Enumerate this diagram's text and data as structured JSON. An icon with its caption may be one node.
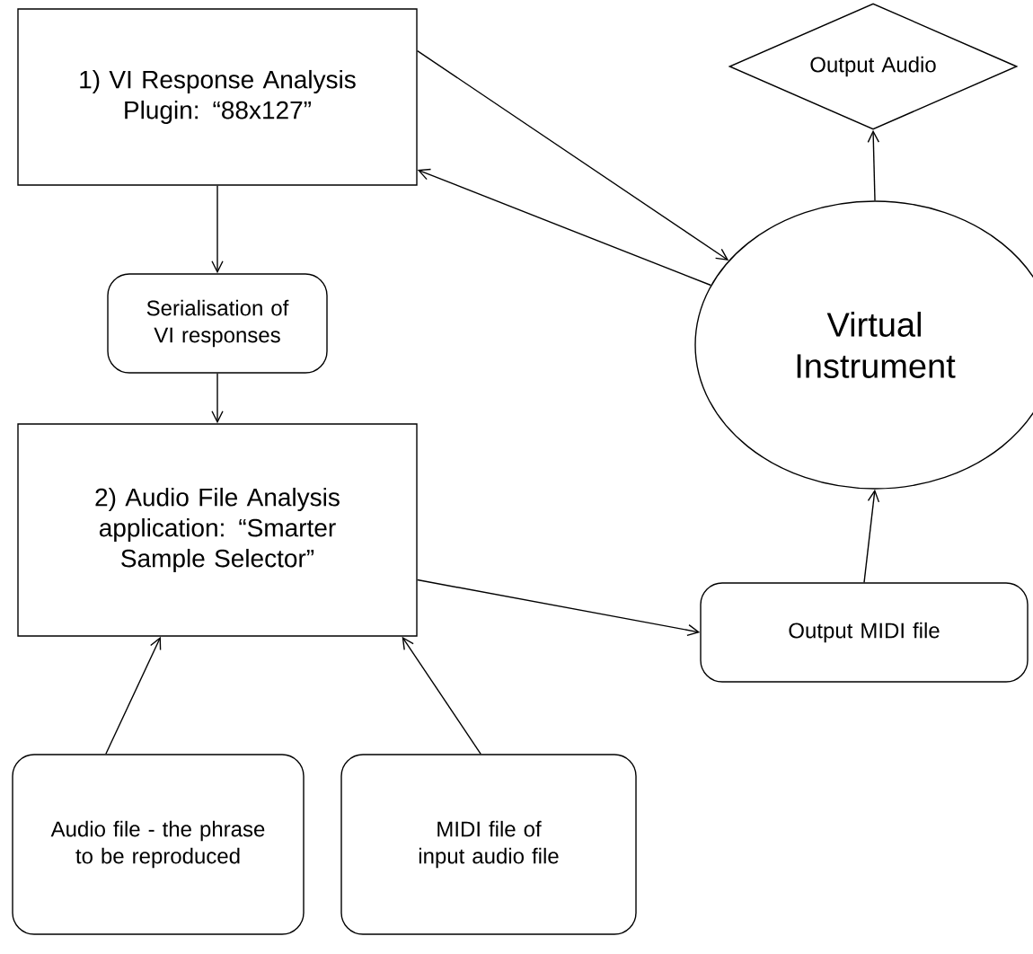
{
  "diagram": {
    "nodes": [
      {
        "text": [
          "1) VI Response Analysis Plugin: “88x127”"
        ]
      },
      {
        "text": [
          "Output Audio"
        ]
      },
      {
        "text": [
          "Serialisation of VI responses"
        ]
      },
      {
        "text": [
          "Virtual Instrument"
        ]
      },
      {
        "text": [
          "2) Audio File Analysis application: “Smarter Sample Selector”"
        ]
      },
      {
        "text": [
          "Output MIDI file"
        ]
      },
      {
        "text": [
          "Audio file - the phrase to be reproduced"
        ]
      },
      {
        "text": [
          "MIDI file of input audio file"
        ]
      }
    ],
    "edges": [
      {
        "from": 0,
        "to": 3,
        "arrow": "to"
      },
      {
        "from": 3,
        "to": 0,
        "arrow": "to"
      },
      {
        "from": 0,
        "to": 2,
        "arrow": "to"
      },
      {
        "from": 2,
        "to": 4,
        "arrow": "to"
      },
      {
        "from": 4,
        "to": 5,
        "arrow": "to"
      },
      {
        "from": 5,
        "to": 3,
        "arrow": "to"
      },
      {
        "from": 3,
        "to": 1,
        "arrow": "to"
      },
      {
        "from": 6,
        "to": 4,
        "arrow": "to"
      },
      {
        "from": 7,
        "to": 4,
        "arrow": "to"
      }
    ]
  }
}
